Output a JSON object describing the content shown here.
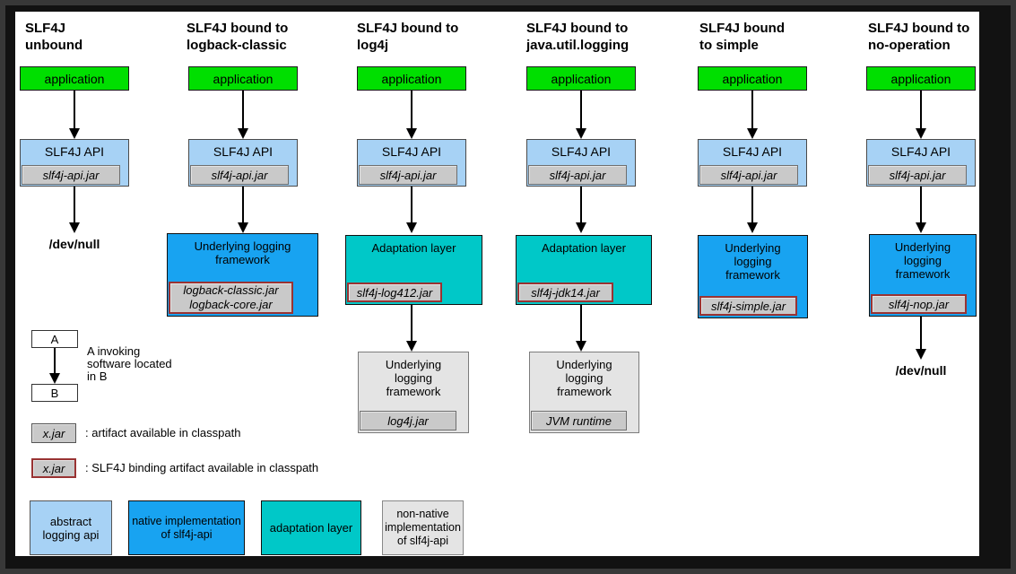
{
  "colors": {
    "application_green": "#00df00",
    "api_light_blue": "#a7d2f5",
    "native_blue": "#18a3f1",
    "adaptation_teal": "#00c8c8",
    "non_native_gray": "#e4e4e4",
    "jar_fill_gray": "#c9c9c9",
    "binding_jar_border_red": "#993333",
    "canvas_white": "#ffffff",
    "page_background": "#121212"
  },
  "columns": [
    {
      "title_line1": "SLF4J",
      "title_line2": "unbound",
      "app_label": "application",
      "api_label": "SLF4J API",
      "api_jar": "slf4j-api.jar",
      "sink_label": "/dev/null"
    },
    {
      "title_line1": "SLF4J bound to",
      "title_line2": "logback-classic",
      "app_label": "application",
      "api_label": "SLF4J API",
      "api_jar": "slf4j-api.jar",
      "framework_label": "Underlying logging framework",
      "framework_jar_line1": "logback-classic.jar",
      "framework_jar_line2": "logback-core.jar"
    },
    {
      "title_line1": "SLF4J bound to",
      "title_line2": "log4j",
      "app_label": "application",
      "api_label": "SLF4J API",
      "api_jar": "slf4j-api.jar",
      "adaptation_label": "Adaptation layer",
      "adaptation_jar": "slf4j-log412.jar",
      "framework_label": "Underlying logging framework",
      "framework_jar": "log4j.jar"
    },
    {
      "title_line1": "SLF4J bound to",
      "title_line2": "java.util.logging",
      "app_label": "application",
      "api_label": "SLF4J API",
      "api_jar": "slf4j-api.jar",
      "adaptation_label": "Adaptation layer",
      "adaptation_jar": "slf4j-jdk14.jar",
      "framework_label": "Underlying logging framework",
      "framework_jar": "JVM runtime"
    },
    {
      "title_line1": "SLF4J bound",
      "title_line2": "to simple",
      "app_label": "application",
      "api_label": "SLF4J API",
      "api_jar": "slf4j-api.jar",
      "framework_label": "Underlying logging framework",
      "framework_jar": "slf4j-simple.jar"
    },
    {
      "title_line1": "SLF4J bound to",
      "title_line2": "no-operation",
      "app_label": "application",
      "api_label": "SLF4J API",
      "api_jar": "slf4j-api.jar",
      "framework_label": "Underlying logging framework",
      "framework_jar": "slf4j-nop.jar",
      "sink_label": "/dev/null"
    }
  ],
  "legend": {
    "invoke": {
      "a_label": "A",
      "b_label": "B",
      "line1": "A invoking",
      "line2": "software located",
      "line3": "in B"
    },
    "artifact_jar": "x.jar",
    "artifact_text": ": artifact available in classpath",
    "binding_jar": "x.jar",
    "binding_text": ": SLF4J binding artifact available in classpath",
    "keys": [
      {
        "label": "abstract logging api"
      },
      {
        "label": "native implementation of slf4j-api"
      },
      {
        "label": "adaptation layer"
      },
      {
        "label": "non-native implementation of slf4j-api"
      }
    ]
  }
}
